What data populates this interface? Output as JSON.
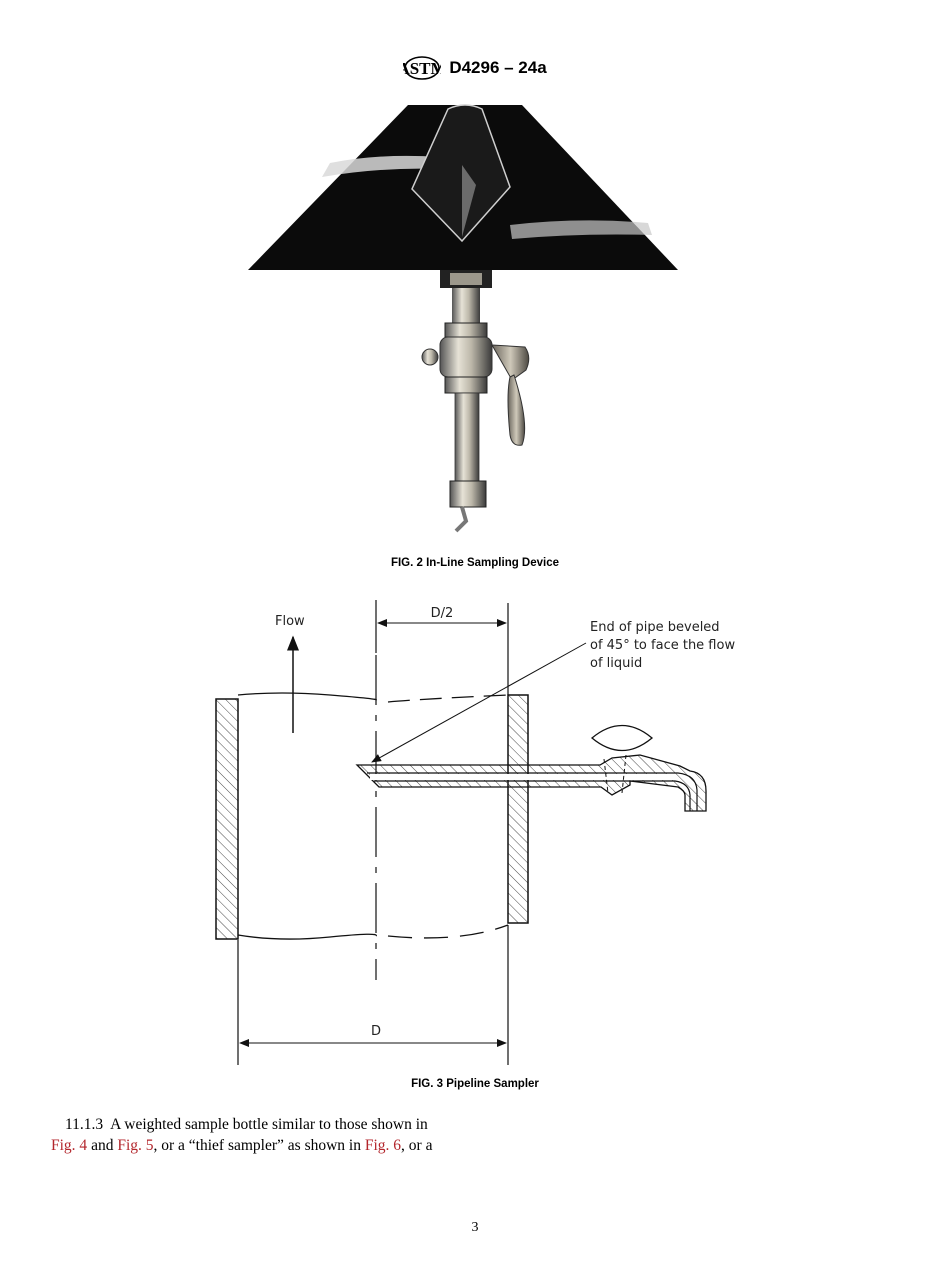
{
  "header": {
    "logo": "astm-logo-icon",
    "standard_code": "D4296 – 24a"
  },
  "figure2": {
    "caption": "FIG. 2  In-Line Sampling Device",
    "image": "in-line-sampling-device-photo"
  },
  "figure3": {
    "caption": "FIG. 3  Pipeline Sampler",
    "labels": {
      "flow": "Flow",
      "half_diameter": "D/2",
      "diameter": "D",
      "annotation_line1": "End of pipe beveled",
      "annotation_line2": "of 45° to face the flow",
      "annotation_line3": "of liquid"
    }
  },
  "body": {
    "paragraph": {
      "number": "11.1.3",
      "text_part1": "A weighted sample bottle similar to those shown in",
      "link1": "Fig. 4",
      "text_part2": " and ",
      "link2": "Fig. 5",
      "text_part3": ", or a “thief sampler” as shown in ",
      "link3": "Fig. 6",
      "text_part4": ", or a"
    },
    "link_color": "#b3262c"
  },
  "footer": {
    "page_number": "3"
  }
}
